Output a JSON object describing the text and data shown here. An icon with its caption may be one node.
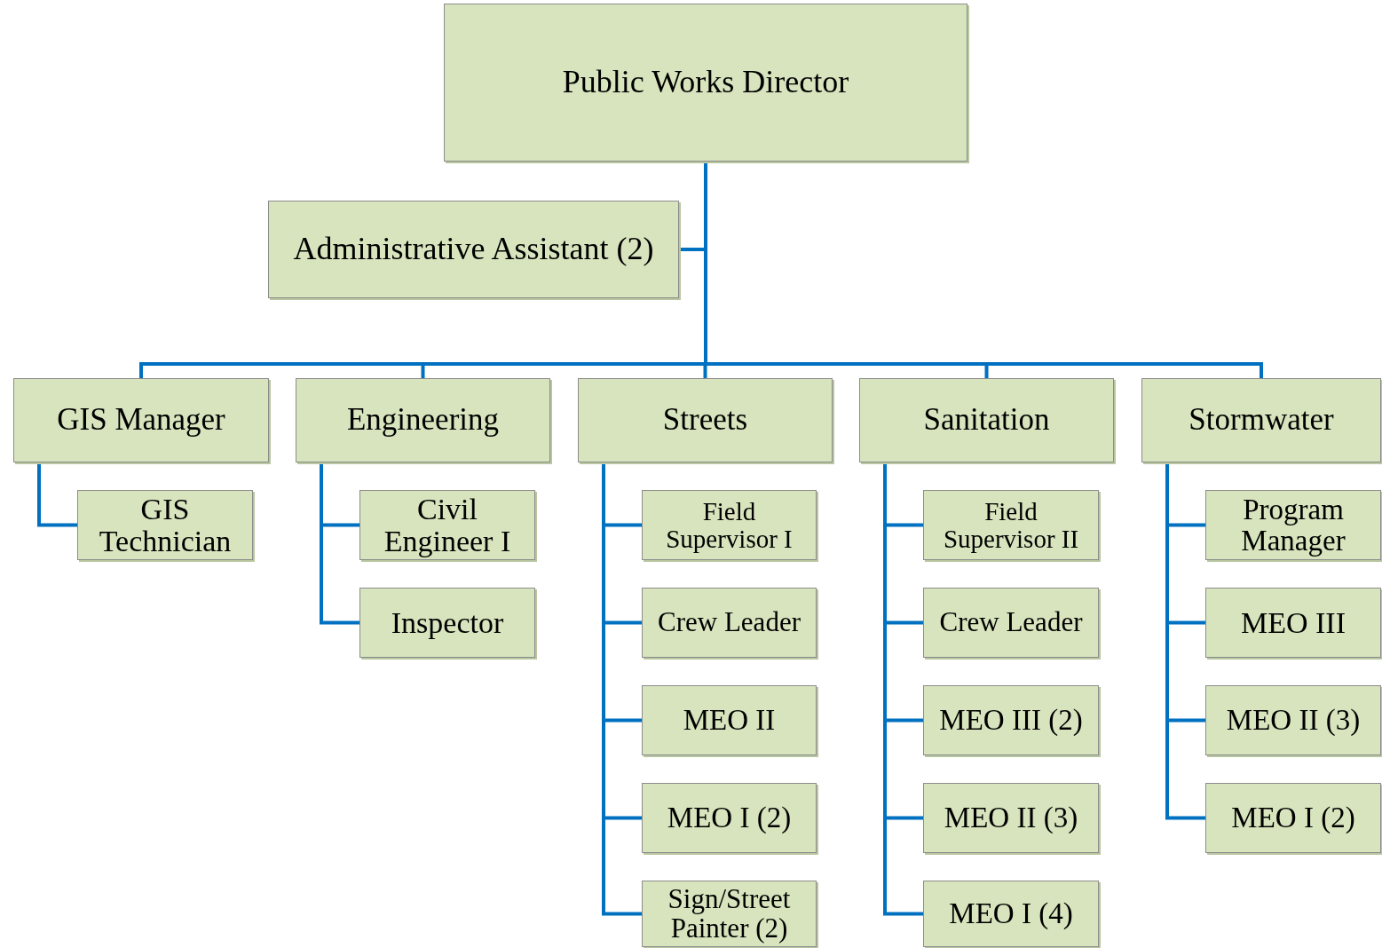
{
  "diagram": {
    "nodes": [
      {
        "text": [
          "Public Works Director"
        ]
      },
      {
        "text": [
          "Administrative Assistant (2)"
        ]
      },
      {
        "text": [
          "GIS Manager"
        ]
      },
      {
        "text": [
          "Engineering"
        ]
      },
      {
        "text": [
          "Streets"
        ]
      },
      {
        "text": [
          "Sanitation"
        ]
      },
      {
        "text": [
          "Stormwater"
        ]
      },
      {
        "text": [
          "GIS Technician"
        ]
      },
      {
        "text": [
          "Civil Engineer I"
        ]
      },
      {
        "text": [
          "Inspector"
        ]
      },
      {
        "text": [
          "Field Supervisor I"
        ]
      },
      {
        "text": [
          "Crew Leader"
        ]
      },
      {
        "text": [
          "MEO II"
        ]
      },
      {
        "text": [
          "MEO I (2)"
        ]
      },
      {
        "text": [
          "Sign/Street Painter (2)"
        ]
      },
      {
        "text": [
          "Field Supervisor II"
        ]
      },
      {
        "text": [
          "Crew Leader"
        ]
      },
      {
        "text": [
          "MEO III (2)"
        ]
      },
      {
        "text": [
          "MEO II (3)"
        ]
      },
      {
        "text": [
          "MEO I (4)"
        ]
      },
      {
        "text": [
          "Program Manager"
        ]
      },
      {
        "text": [
          "MEO III"
        ]
      },
      {
        "text": [
          "MEO II (3)"
        ]
      },
      {
        "text": [
          "MEO I (2)"
        ]
      }
    ],
    "edges": [
      {
        "from": 0,
        "to": 1,
        "arrow": "none"
      },
      {
        "from": 0,
        "to": 2,
        "arrow": "none"
      },
      {
        "from": 0,
        "to": 3,
        "arrow": "none"
      },
      {
        "from": 0,
        "to": 4,
        "arrow": "none"
      },
      {
        "from": 0,
        "to": 5,
        "arrow": "none"
      },
      {
        "from": 0,
        "to": 6,
        "arrow": "none"
      },
      {
        "from": 2,
        "to": 7,
        "arrow": "none"
      },
      {
        "from": 3,
        "to": 8,
        "arrow": "none"
      },
      {
        "from": 3,
        "to": 9,
        "arrow": "none"
      },
      {
        "from": 4,
        "to": 10,
        "arrow": "none"
      },
      {
        "from": 4,
        "to": 11,
        "arrow": "none"
      },
      {
        "from": 4,
        "to": 12,
        "arrow": "none"
      },
      {
        "from": 4,
        "to": 13,
        "arrow": "none"
      },
      {
        "from": 4,
        "to": 14,
        "arrow": "none"
      },
      {
        "from": 5,
        "to": 15,
        "arrow": "none"
      },
      {
        "from": 5,
        "to": 16,
        "arrow": "none"
      },
      {
        "from": 5,
        "to": 17,
        "arrow": "none"
      },
      {
        "from": 5,
        "to": 18,
        "arrow": "none"
      },
      {
        "from": 5,
        "to": 19,
        "arrow": "none"
      },
      {
        "from": 6,
        "to": 20,
        "arrow": "none"
      },
      {
        "from": 6,
        "to": 21,
        "arrow": "none"
      },
      {
        "from": 6,
        "to": 22,
        "arrow": "none"
      },
      {
        "from": 6,
        "to": 23,
        "arrow": "none"
      }
    ]
  }
}
